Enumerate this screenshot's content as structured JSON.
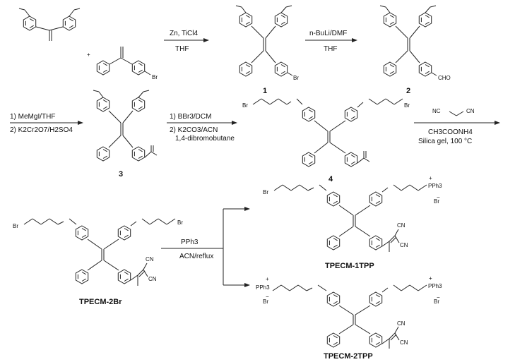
{
  "colors": {
    "line": "#222222",
    "background": "#ffffff"
  },
  "atoms": {
    "bromine": "Br",
    "aldehyde": "CHO",
    "nitrile": "CN",
    "phosphonium": "PPh3",
    "positive_charge": "+",
    "negative_charge": "−"
  },
  "reactants": {
    "plus": "+"
  },
  "steps": {
    "step1": {
      "above": "Zn, TiCl4",
      "below": "THF"
    },
    "step2": {
      "above": "n-BuLi/DMF",
      "below": "THF"
    },
    "step3": {
      "line1": "1) MeMgI/THF",
      "line2": "2) K2Cr2O7/H2SO4"
    },
    "step4": {
      "line1": "1) BBr3/DCM",
      "line2": "2) K2CO3/ACN",
      "line3": "1,4-dibromobutane"
    },
    "step5": {
      "reagent_left": "NC",
      "reagent_right": "CN",
      "line1": "CH3COONH4",
      "line2": "Silica gel, 100 °C"
    },
    "step6": {
      "above": "PPh3",
      "below": "ACN/reflux"
    }
  },
  "compounds": {
    "c1": "1",
    "c2": "2",
    "c3": "3",
    "c4": "4",
    "tpecm2br": "TPECM-2Br",
    "tpecm1tpp": "TPECM-1TPP",
    "tpecm2tpp": "TPECM-2TPP"
  }
}
